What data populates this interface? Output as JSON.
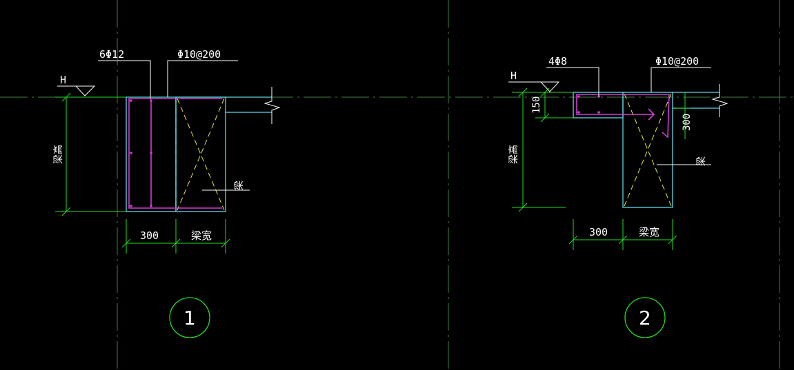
{
  "colors": {
    "background": "#000000",
    "grid_axis": "#3f7f3f",
    "concrete_outline": "#5fd7e6",
    "rebar": "#d63cd6",
    "dimension": "#22dd22",
    "leader": "#ffffff",
    "cross_mark": "#e6e64a",
    "text": "#ffffff",
    "detail_circle": "#22dd22"
  },
  "detail1": {
    "longitudinal_bars": "6Φ12",
    "stirrups": "Φ10@200",
    "level_mark": "H",
    "height_label": "梁高",
    "beam_label": "梁",
    "dim_width": "300",
    "dim_beam_width": "梁宽",
    "number": "1"
  },
  "detail2": {
    "longitudinal_bars": "4Φ8",
    "stirrups": "Φ10@200",
    "level_mark": "H",
    "dim_150": "150",
    "dim_300": "300",
    "height_label": "梁高",
    "beam_label": "梁",
    "dim_width": "300",
    "dim_beam_width": "梁宽",
    "number": "2"
  }
}
